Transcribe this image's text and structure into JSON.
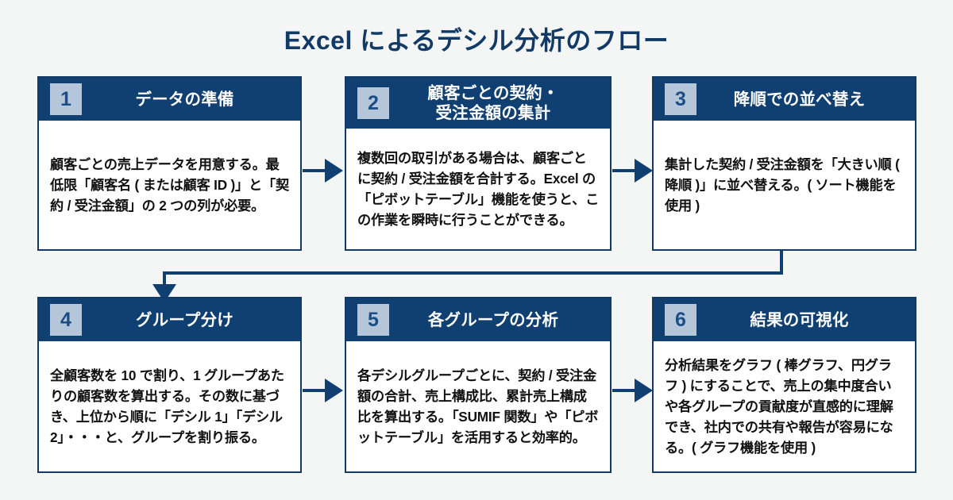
{
  "page": {
    "title": "Excel によるデシル分析のフロー",
    "background_color": "#f4f5f5",
    "accent_color": "#103f72",
    "badge_color": "#b6c6da",
    "title_color": "#113a66"
  },
  "steps": [
    {
      "number": "1",
      "title_line1": "データの準備",
      "title_line2": "",
      "body": "顧客ごとの売上データを用意する。最低限「顧客名 ( または顧客 ID )」と「契約 / 受注金額」の 2 つの列が必要。"
    },
    {
      "number": "2",
      "title_line1": "顧客ごとの契約・",
      "title_line2": "受注金額の集計",
      "body": "複数回の取引がある場合は、顧客ごとに契約 / 受注金額を合計する。Excel の「ピボットテーブル」機能を使うと、この作業を瞬時に行うことができる。"
    },
    {
      "number": "3",
      "title_line1": "降順での並べ替え",
      "title_line2": "",
      "body": "集計した契約 / 受注金額を「大きい順 ( 降順 )」に並べ替える。( ソート機能を使用 )"
    },
    {
      "number": "4",
      "title_line1": "グループ分け",
      "title_line2": "",
      "body": "全顧客数を 10 で割り、1 グループあたりの顧客数を算出する。その数に基づき、上位から順に「デシル 1」「デシル 2」・・・と、グループを割り振る。"
    },
    {
      "number": "5",
      "title_line1": "各グループの分析",
      "title_line2": "",
      "body": "各デシルグループごとに、契約 / 受注金額の合計、売上構成比、累計売上構成比を算出する。「SUMIF 関数」や「ピボットテーブル」を活用すると効率的。"
    },
    {
      "number": "6",
      "title_line1": "結果の可視化",
      "title_line2": "",
      "body": "分析結果をグラフ ( 棒グラフ、円グラフ ) にすることで、売上の集中度合いや各グループの貢献度が直感的に理解でき、社内での共有や報告が容易になる。( グラフ機能を使用 )"
    }
  ],
  "connectors": [
    {
      "name": "arrow-step1-to-step2",
      "direction": "right"
    },
    {
      "name": "arrow-step2-to-step3",
      "direction": "right"
    },
    {
      "name": "arrow-step3-to-step4",
      "direction": "down-wrap"
    },
    {
      "name": "arrow-step4-to-step5",
      "direction": "right"
    },
    {
      "name": "arrow-step5-to-step6",
      "direction": "right"
    }
  ]
}
